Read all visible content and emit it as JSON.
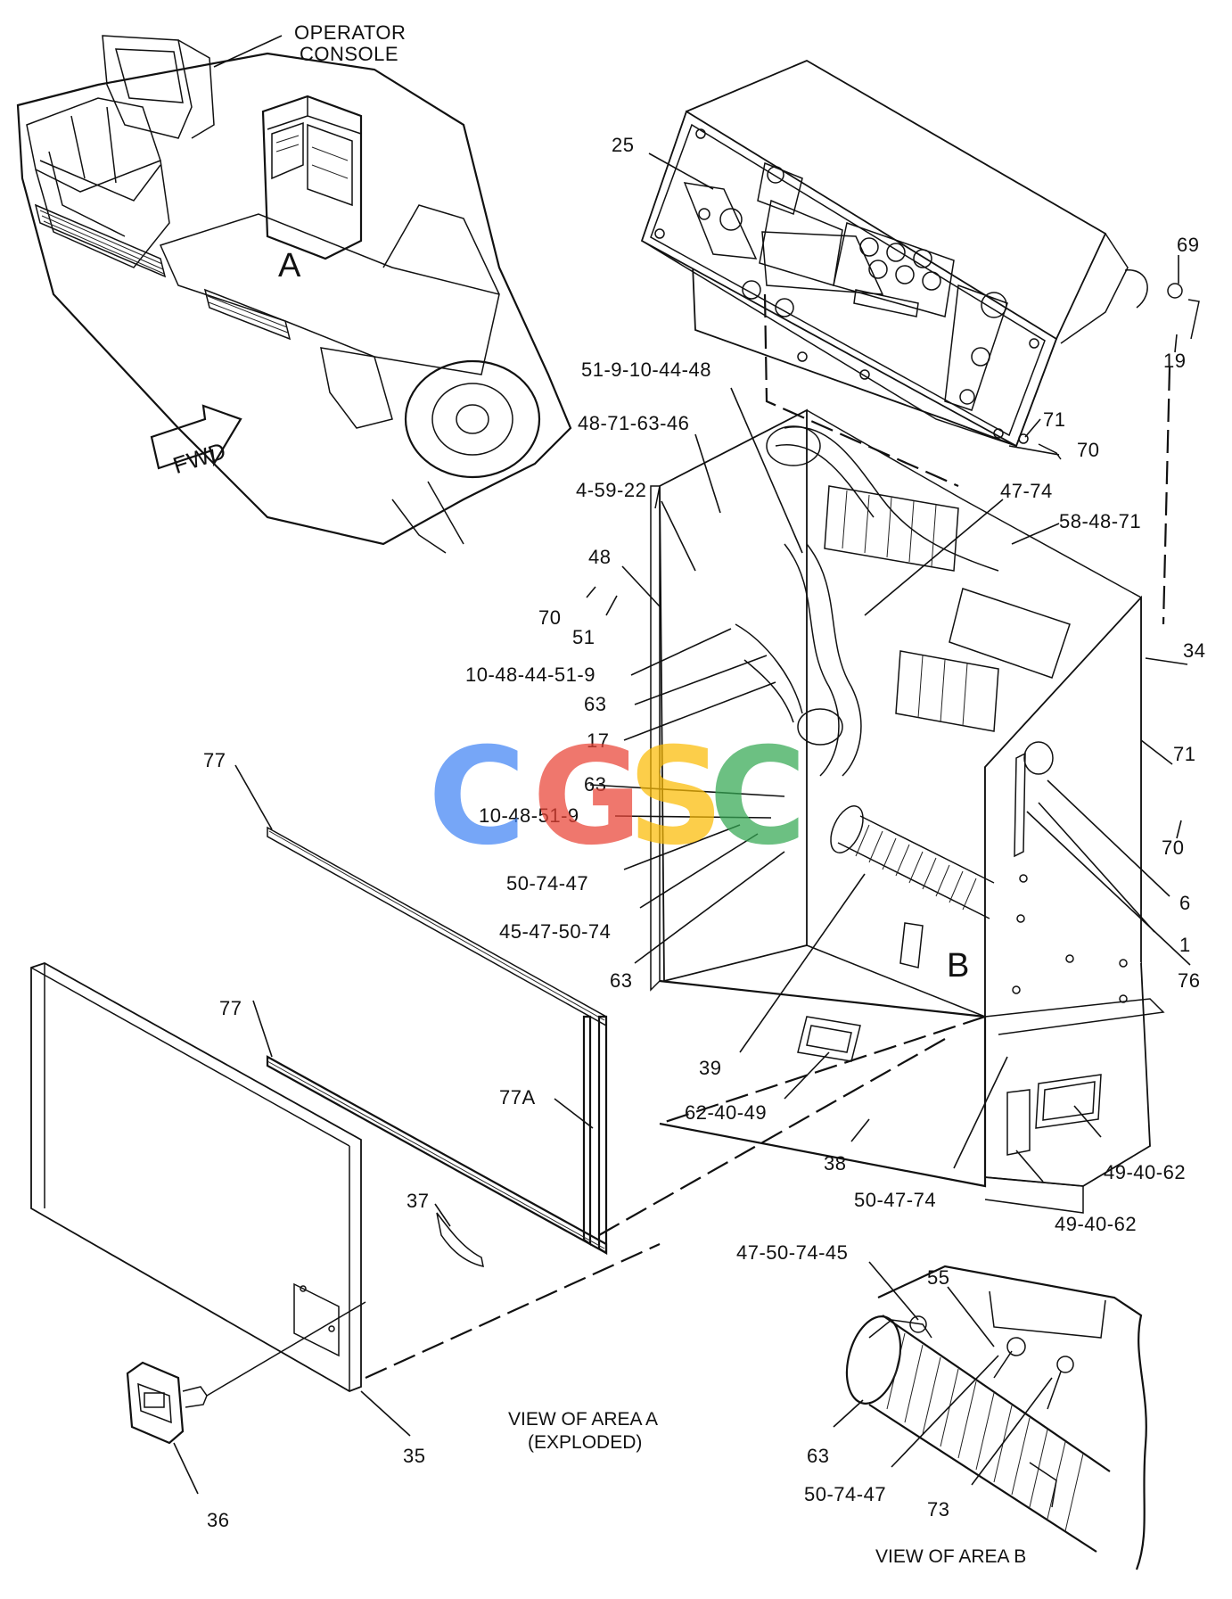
{
  "labels": {
    "operator_console": [
      "OPERATOR",
      "CONSOLE"
    ],
    "area_a": "A",
    "area_b": "B",
    "fwd": "FWD",
    "l25": "25",
    "l69": "69",
    "l19": "19",
    "l51_9_10_44_48": "51-9-10-44-48",
    "l48_71_63_46": "48-71-63-46",
    "l4_59_22": "4-59-22",
    "l71_top": "71",
    "l70_top": "70",
    "l47_74": "47-74",
    "l58_48_71": "58-48-71",
    "l48": "48",
    "l70_left": "70",
    "l51": "51",
    "l34": "34",
    "l10_48_44_51_9": "10-48-44-51-9",
    "l63_a": "63",
    "l17": "17",
    "l71_right": "71",
    "l77_top": "77",
    "l63_b": "63",
    "l10_48_51_9": "10-48-51-9",
    "l70_right": "70",
    "l50_74_47": "50-74-47",
    "l6": "6",
    "l45_47_50_74": "45-47-50-74",
    "l1": "1",
    "l76": "76",
    "l63_c": "63",
    "l77_mid": "77",
    "l39": "39",
    "l77a": "77A",
    "l62_40_49": "62-40-49",
    "l38": "38",
    "l49_40_62_a": "49-40-62",
    "l50_47_74": "50-47-74",
    "l49_40_62_b": "49-40-62",
    "l37": "37",
    "l47_50_74_45": "47-50-74-45",
    "l55": "55",
    "l35": "35",
    "l63_d": "63",
    "l36": "36",
    "l50_74_47_b": "50-74-47",
    "l73": "73"
  },
  "captions": {
    "view_a": [
      "VIEW OF AREA A",
      "(EXPLODED)"
    ],
    "view_b": "VIEW OF AREA B"
  },
  "watermark": {
    "letters": [
      "C",
      "G",
      "S",
      "C"
    ],
    "colors": [
      "#4285f4",
      "#ea4335",
      "#fbbc05",
      "#34a853"
    ]
  }
}
